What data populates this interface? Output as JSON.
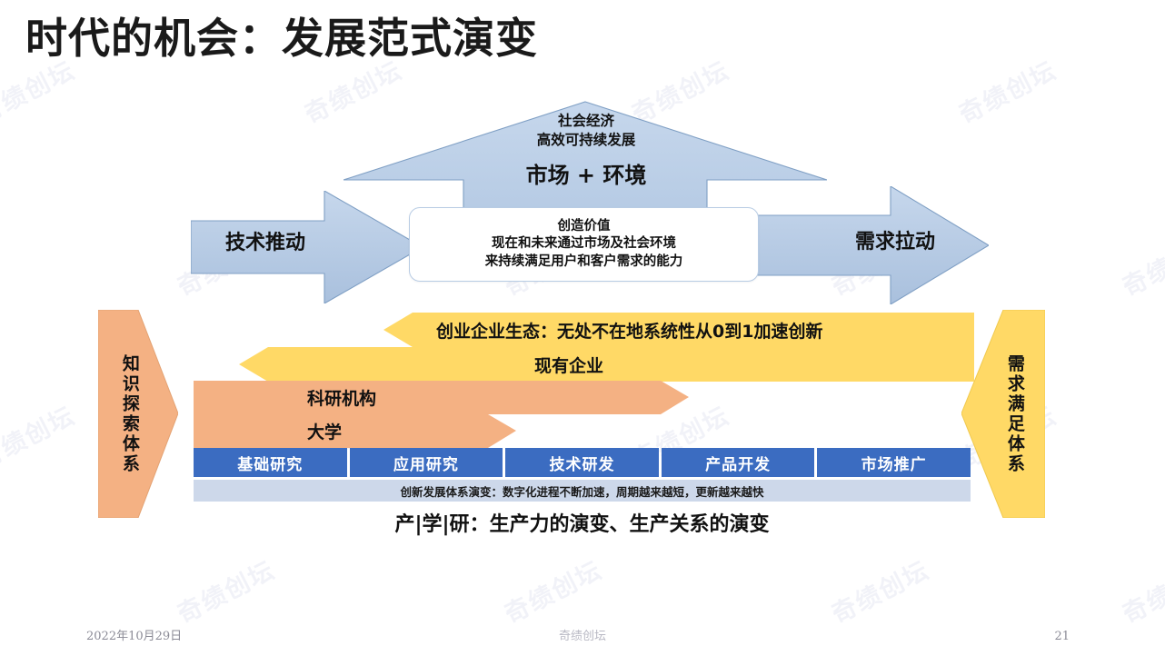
{
  "slide": {
    "title": "时代的机会：发展范式演变",
    "page_number": "21"
  },
  "up_arrow": {
    "top_line1": "社会经济",
    "top_line2": "高效可持续发展",
    "main_label": "市场 + 环境",
    "color": "#b8cce4"
  },
  "left_arrow": {
    "label": "技术推动",
    "color": "#b8cce4"
  },
  "right_arrow": {
    "label": "需求拉动",
    "color": "#b8cce4"
  },
  "value_box": {
    "line1": "创造价值",
    "line2": "现在和未来通过市场及社会环境",
    "line3": "来持续满足用户和客户需求的能力",
    "border_color": "#b8cce4"
  },
  "side_arrows": {
    "left_label": "知识探索体系",
    "left_color": "#f4b183",
    "right_label": "需求满足体系",
    "right_color": "#ffd966"
  },
  "bands": [
    {
      "name": "startup",
      "label": "创业企业生态：无处不在地系统性从0到1加速创新",
      "color": "#ffd966"
    },
    {
      "name": "existing",
      "label": "现有企业",
      "color": "#ffd966"
    },
    {
      "name": "research",
      "label": "科研机构",
      "color": "#f4b183"
    },
    {
      "name": "university",
      "label": "大学",
      "color": "#f4b183"
    }
  ],
  "stages": {
    "color": "#3b6cc1",
    "items": [
      "基础研究",
      "应用研究",
      "技术研发",
      "产品开发",
      "市场推广"
    ]
  },
  "note_bar": {
    "text": "创新发展体系演变：数字化进程不断加速，周期越来越短，更新越来越快",
    "color": "#cdd8ea"
  },
  "caption": {
    "text": "产|学|研：生产力的演变、生产关系的演变"
  },
  "footer": {
    "date": "2022年10月29日",
    "brand": "奇绩创坛",
    "page": "21"
  },
  "watermark": {
    "text": "奇绩创坛"
  }
}
